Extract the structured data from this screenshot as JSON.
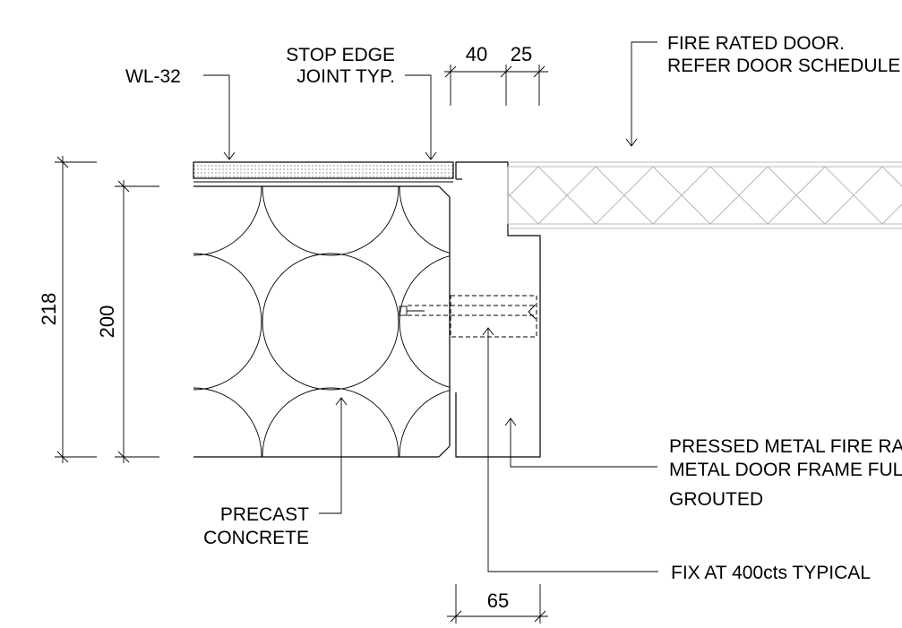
{
  "labels": {
    "wall_type": "WL-32",
    "stop_edge_1": "STOP EDGE",
    "stop_edge_2": "JOINT TYP.",
    "door_1": "FIRE RATED DOOR.",
    "door_2": "REFER DOOR SCHEDULE",
    "frame_1": "PRESSED METAL FIRE RATED",
    "frame_2": "METAL DOOR FRAME FULLY",
    "frame_3": "GROUTED",
    "concrete_1": "PRECAST",
    "concrete_2": "CONCRETE",
    "fix": "FIX AT 400cts TYPICAL"
  },
  "dimensions": {
    "d40": "40",
    "d25": "25",
    "d218": "218",
    "d200": "200",
    "d65": "65"
  },
  "colors": {
    "line": "#000000",
    "door_hatch": "#b8b8b8",
    "background": "#ffffff"
  }
}
